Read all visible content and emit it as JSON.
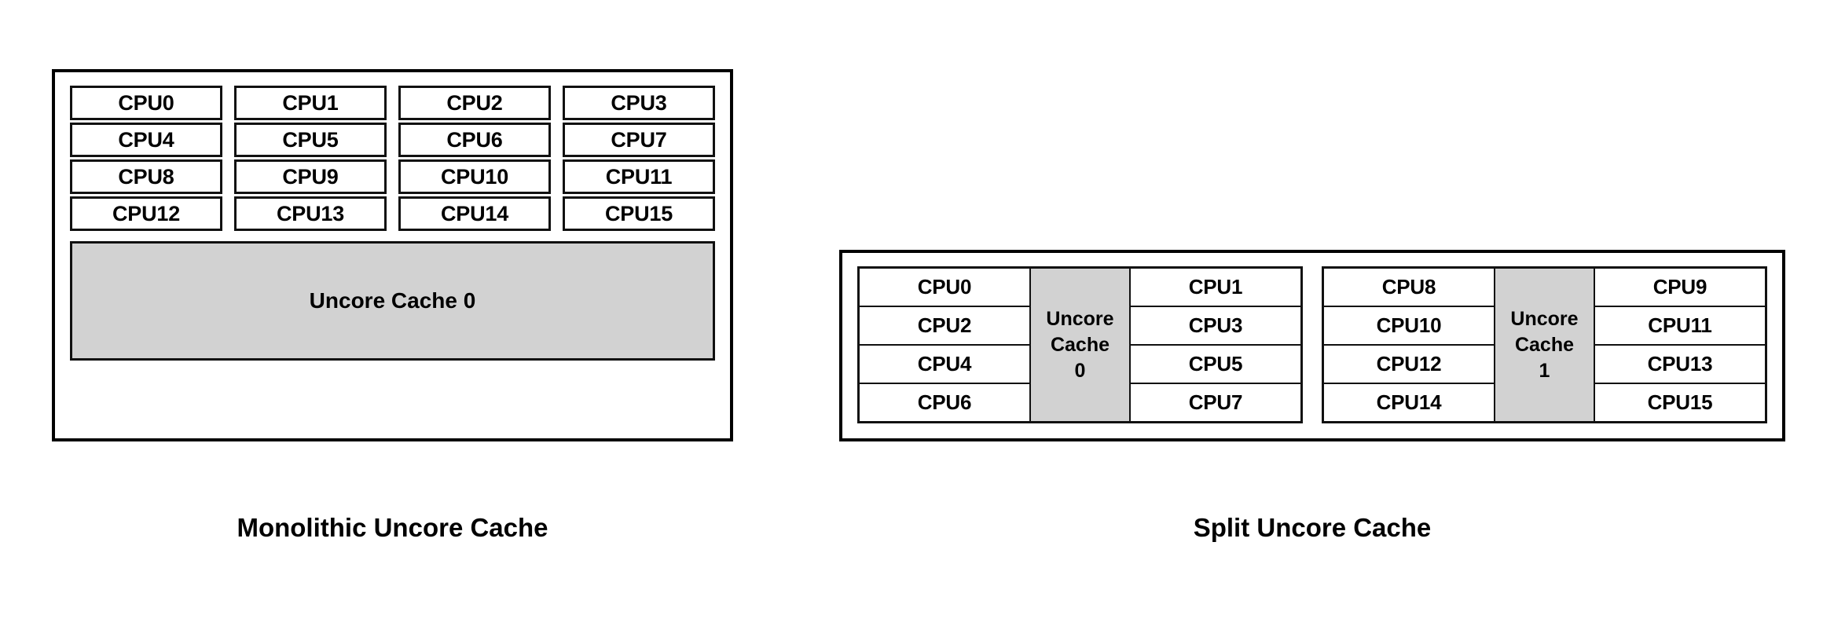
{
  "colors": {
    "outline": "#000000",
    "box_outline": "#111111",
    "cache_fill": "#d2d2d2",
    "background": "#ffffff"
  },
  "monolithic": {
    "caption": "Monolithic Uncore Cache",
    "cpu_rows": [
      [
        "CPU0",
        "CPU1",
        "CPU2",
        "CPU3"
      ],
      [
        "CPU4",
        "CPU5",
        "CPU6",
        "CPU7"
      ],
      [
        "CPU8",
        "CPU9",
        "CPU10",
        "CPU11"
      ],
      [
        "CPU12",
        "CPU13",
        "CPU14",
        "CPU15"
      ]
    ],
    "uncore_label": "Uncore Cache 0"
  },
  "split": {
    "caption": "Split Uncore Cache",
    "groups": [
      {
        "left_cpus": [
          "CPU0",
          "CPU2",
          "CPU4",
          "CPU6"
        ],
        "uncore_line1": "Uncore",
        "uncore_line2": "Cache",
        "uncore_line3": "0",
        "right_cpus": [
          "CPU1",
          "CPU3",
          "CPU5",
          "CPU7"
        ]
      },
      {
        "left_cpus": [
          "CPU8",
          "CPU10",
          "CPU12",
          "CPU14"
        ],
        "uncore_line1": "Uncore",
        "uncore_line2": "Cache",
        "uncore_line3": "1",
        "right_cpus": [
          "CPU9",
          "CPU11",
          "CPU13",
          "CPU15"
        ]
      }
    ]
  }
}
